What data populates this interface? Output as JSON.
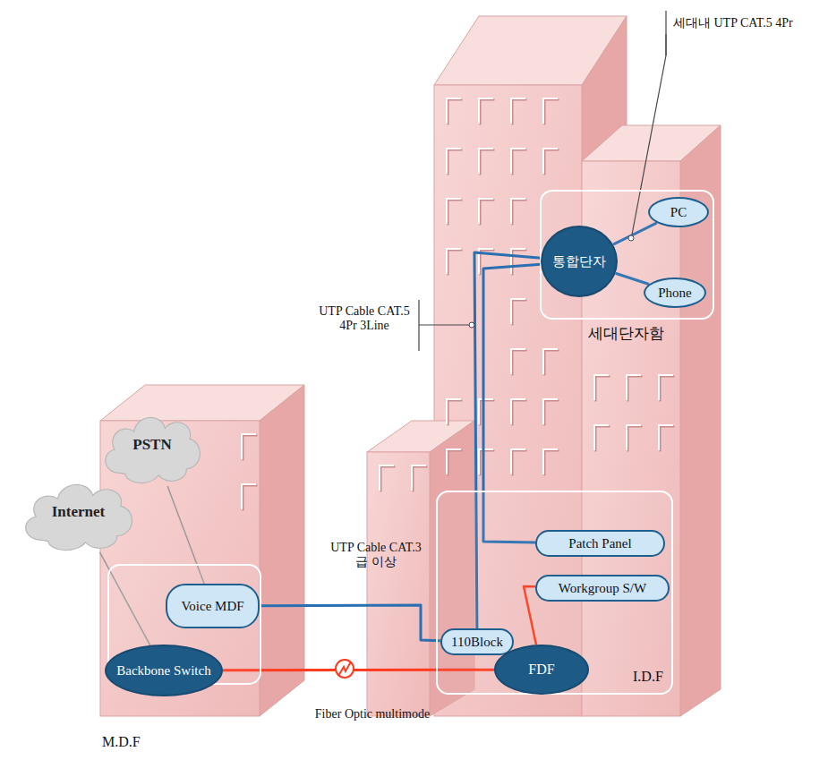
{
  "diagram": {
    "nodes": [
      {
        "text": [
          "PSTN"
        ]
      },
      {
        "text": [
          "Internet"
        ]
      },
      {
        "text": [
          "M.D.F"
        ]
      },
      {
        "text": [
          "Voice MDF"
        ],
        "in": 2
      },
      {
        "text": [
          "Backbone Switch"
        ],
        "in": 2
      },
      {
        "text": [
          "I.D.F"
        ]
      },
      {
        "text": [
          "110Block"
        ],
        "in": 5
      },
      {
        "text": [
          "Patch Panel"
        ],
        "in": 5
      },
      {
        "text": [
          "Workgroup S/W"
        ],
        "in": 5
      },
      {
        "text": [
          "FDF"
        ],
        "in": 5
      },
      {
        "text": [
          "세대단자함"
        ]
      },
      {
        "text": [
          "통합단자"
        ],
        "in": 10
      },
      {
        "text": [
          "PC"
        ],
        "in": 10
      },
      {
        "text": [
          "Phone"
        ],
        "in": 10
      }
    ],
    "edges": [
      {
        "from": 0,
        "to": 3,
        "arrow": "none"
      },
      {
        "from": 1,
        "to": 4,
        "arrow": "none"
      },
      {
        "from": 3,
        "to": 6,
        "label": "UTP Cable CAT.3급 이상",
        "arrow": "none"
      },
      {
        "from": 4,
        "to": 9,
        "label": "Fiber Optic multimode",
        "arrow": "none"
      },
      {
        "from": 9,
        "to": 8,
        "arrow": "none"
      },
      {
        "from": 6,
        "to": 11,
        "arrow": "none"
      },
      {
        "from": 7,
        "to": 11,
        "arrow": "none"
      },
      {
        "from": 11,
        "to": 12,
        "arrow": "none"
      },
      {
        "from": 11,
        "to": 13,
        "arrow": "none"
      }
    ],
    "labels": [
      "UTP Cable CAT.5 4Pr 3Line",
      "세대내 UTP CAT.5 4Pr"
    ]
  }
}
